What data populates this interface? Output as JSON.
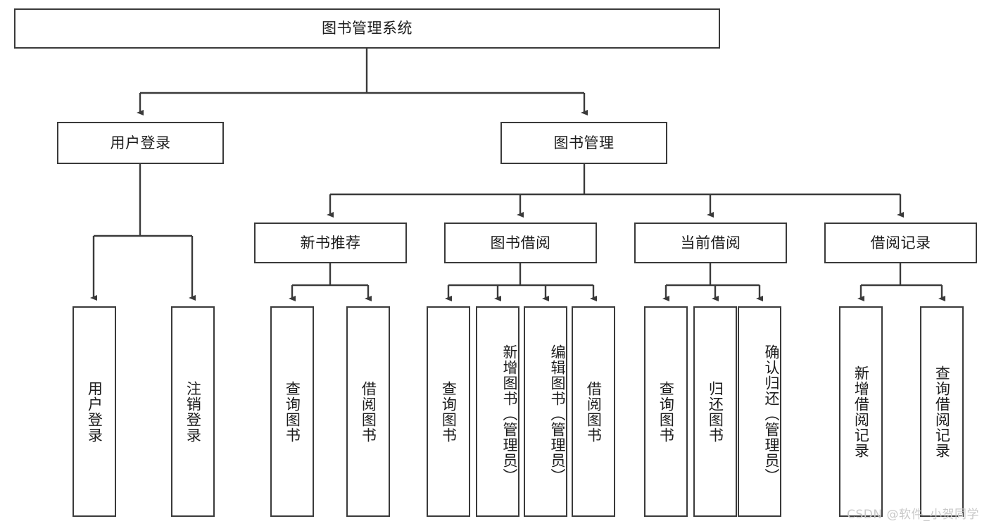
{
  "diagram": {
    "title": "图书管理系统",
    "type": "hierarchical-function-tree",
    "root": {
      "label": "图书管理系统"
    },
    "level1": [
      {
        "label": "用户登录"
      },
      {
        "label": "图书管理"
      }
    ],
    "level2": [
      {
        "label": "新书推荐"
      },
      {
        "label": "图书借阅"
      },
      {
        "label": "当前借阅"
      },
      {
        "label": "借阅记录"
      }
    ],
    "leaves": {
      "user_login": [
        {
          "label": "用户登录"
        },
        {
          "label": "注销登录"
        }
      ],
      "new_book_recommend": [
        {
          "label": "查询图书"
        },
        {
          "label": "借阅图书"
        }
      ],
      "book_borrow": [
        {
          "label": "查询图书"
        },
        {
          "label": "新增图书（管理员）"
        },
        {
          "label": "编辑图书（管理员）"
        },
        {
          "label": "借阅图书"
        }
      ],
      "current_borrow": [
        {
          "label": "查询图书"
        },
        {
          "label": "归还图书"
        },
        {
          "label": "确认归还（管理员）"
        }
      ],
      "borrow_record": [
        {
          "label": "新增借阅记录"
        },
        {
          "label": "查询借阅记录"
        }
      ]
    }
  },
  "watermark": {
    "text": "CSDN @软件_小贺同学"
  },
  "colors": {
    "border": "#3a3a3a",
    "text": "#1c1c1c",
    "background": "#ffffff",
    "watermark": "#c9c9c9"
  }
}
